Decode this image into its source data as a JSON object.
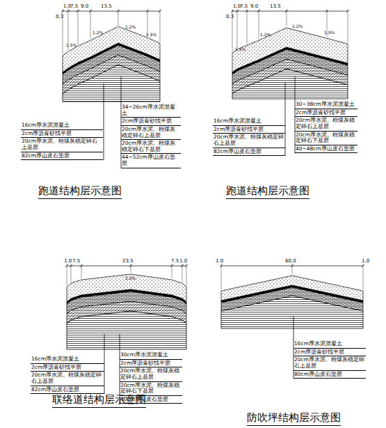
{
  "diagram": {
    "labels": [
      "1.0",
      "7.5",
      "9.0",
      "13.5",
      "0.3",
      "1.5%",
      "1.2%",
      "1.2%",
      "1.5%",
      "16cm厚水泥混凝土",
      "2cm厚沥青砂找平层",
      "20cm厚水泥、粉煤灰稳定碎石上基层",
      "82cm厚山皮石垫层",
      "34~26cm厚水泥混凝土",
      "2cm厚沥青砂找平层",
      "20cm厚水泥、粉煤灰稳定碎石上基层",
      "20cm厚水泥、粉煤灰稳定碎石下基层",
      "44~52cm厚山皮石垫层",
      "跑道结构层示意图",
      "1.0",
      "7.5",
      "9.0",
      "13.5",
      "0.3",
      "1.5%",
      "1.2%",
      "1.2%",
      "1.5%",
      "16cm厚水泥混凝土",
      "2cm厚沥青砂找平层",
      "20cm厚水泥、粉煤灰稳定碎石上基层",
      "82cm厚山皮石垫层",
      "30~38cm厚水泥混凝土",
      "2cm厚沥青砂找平层",
      "20cm厚水泥、粉煤灰稳定碎石上基层",
      "20cm厚水泥、粉煤灰稳定碎石下基层",
      "40~48cm厚山皮石垫层",
      "跑道结构层示意图",
      "1.0",
      "7.5",
      "23.5",
      "7.5",
      "1.0",
      "1.0%",
      "16cm厚水泥混凝土",
      "2cm厚沥青砂找平层",
      "20cm厚水泥、粉煤灰稳定碎石上基层",
      "82cm厚山皮石垫层",
      "30cm厚水泥混凝土",
      "2cm厚沥青砂找平层",
      "20cm厚水泥、粉煤灰稳定碎石上基层",
      "20cm厚水泥、粉煤灰稳定碎石下基层",
      "40cm厚山皮石垫层",
      "联络道结构层示意图",
      "1.0",
      "60.0",
      "1.0",
      "16cm厚水泥混凝土",
      "2cm厚沥青砂找平层",
      "20cm厚水泥、粉煤灰稳定碎石上基层",
      "80cm厚山皮石垫层",
      "防吹坪结构层示意图"
    ]
  }
}
